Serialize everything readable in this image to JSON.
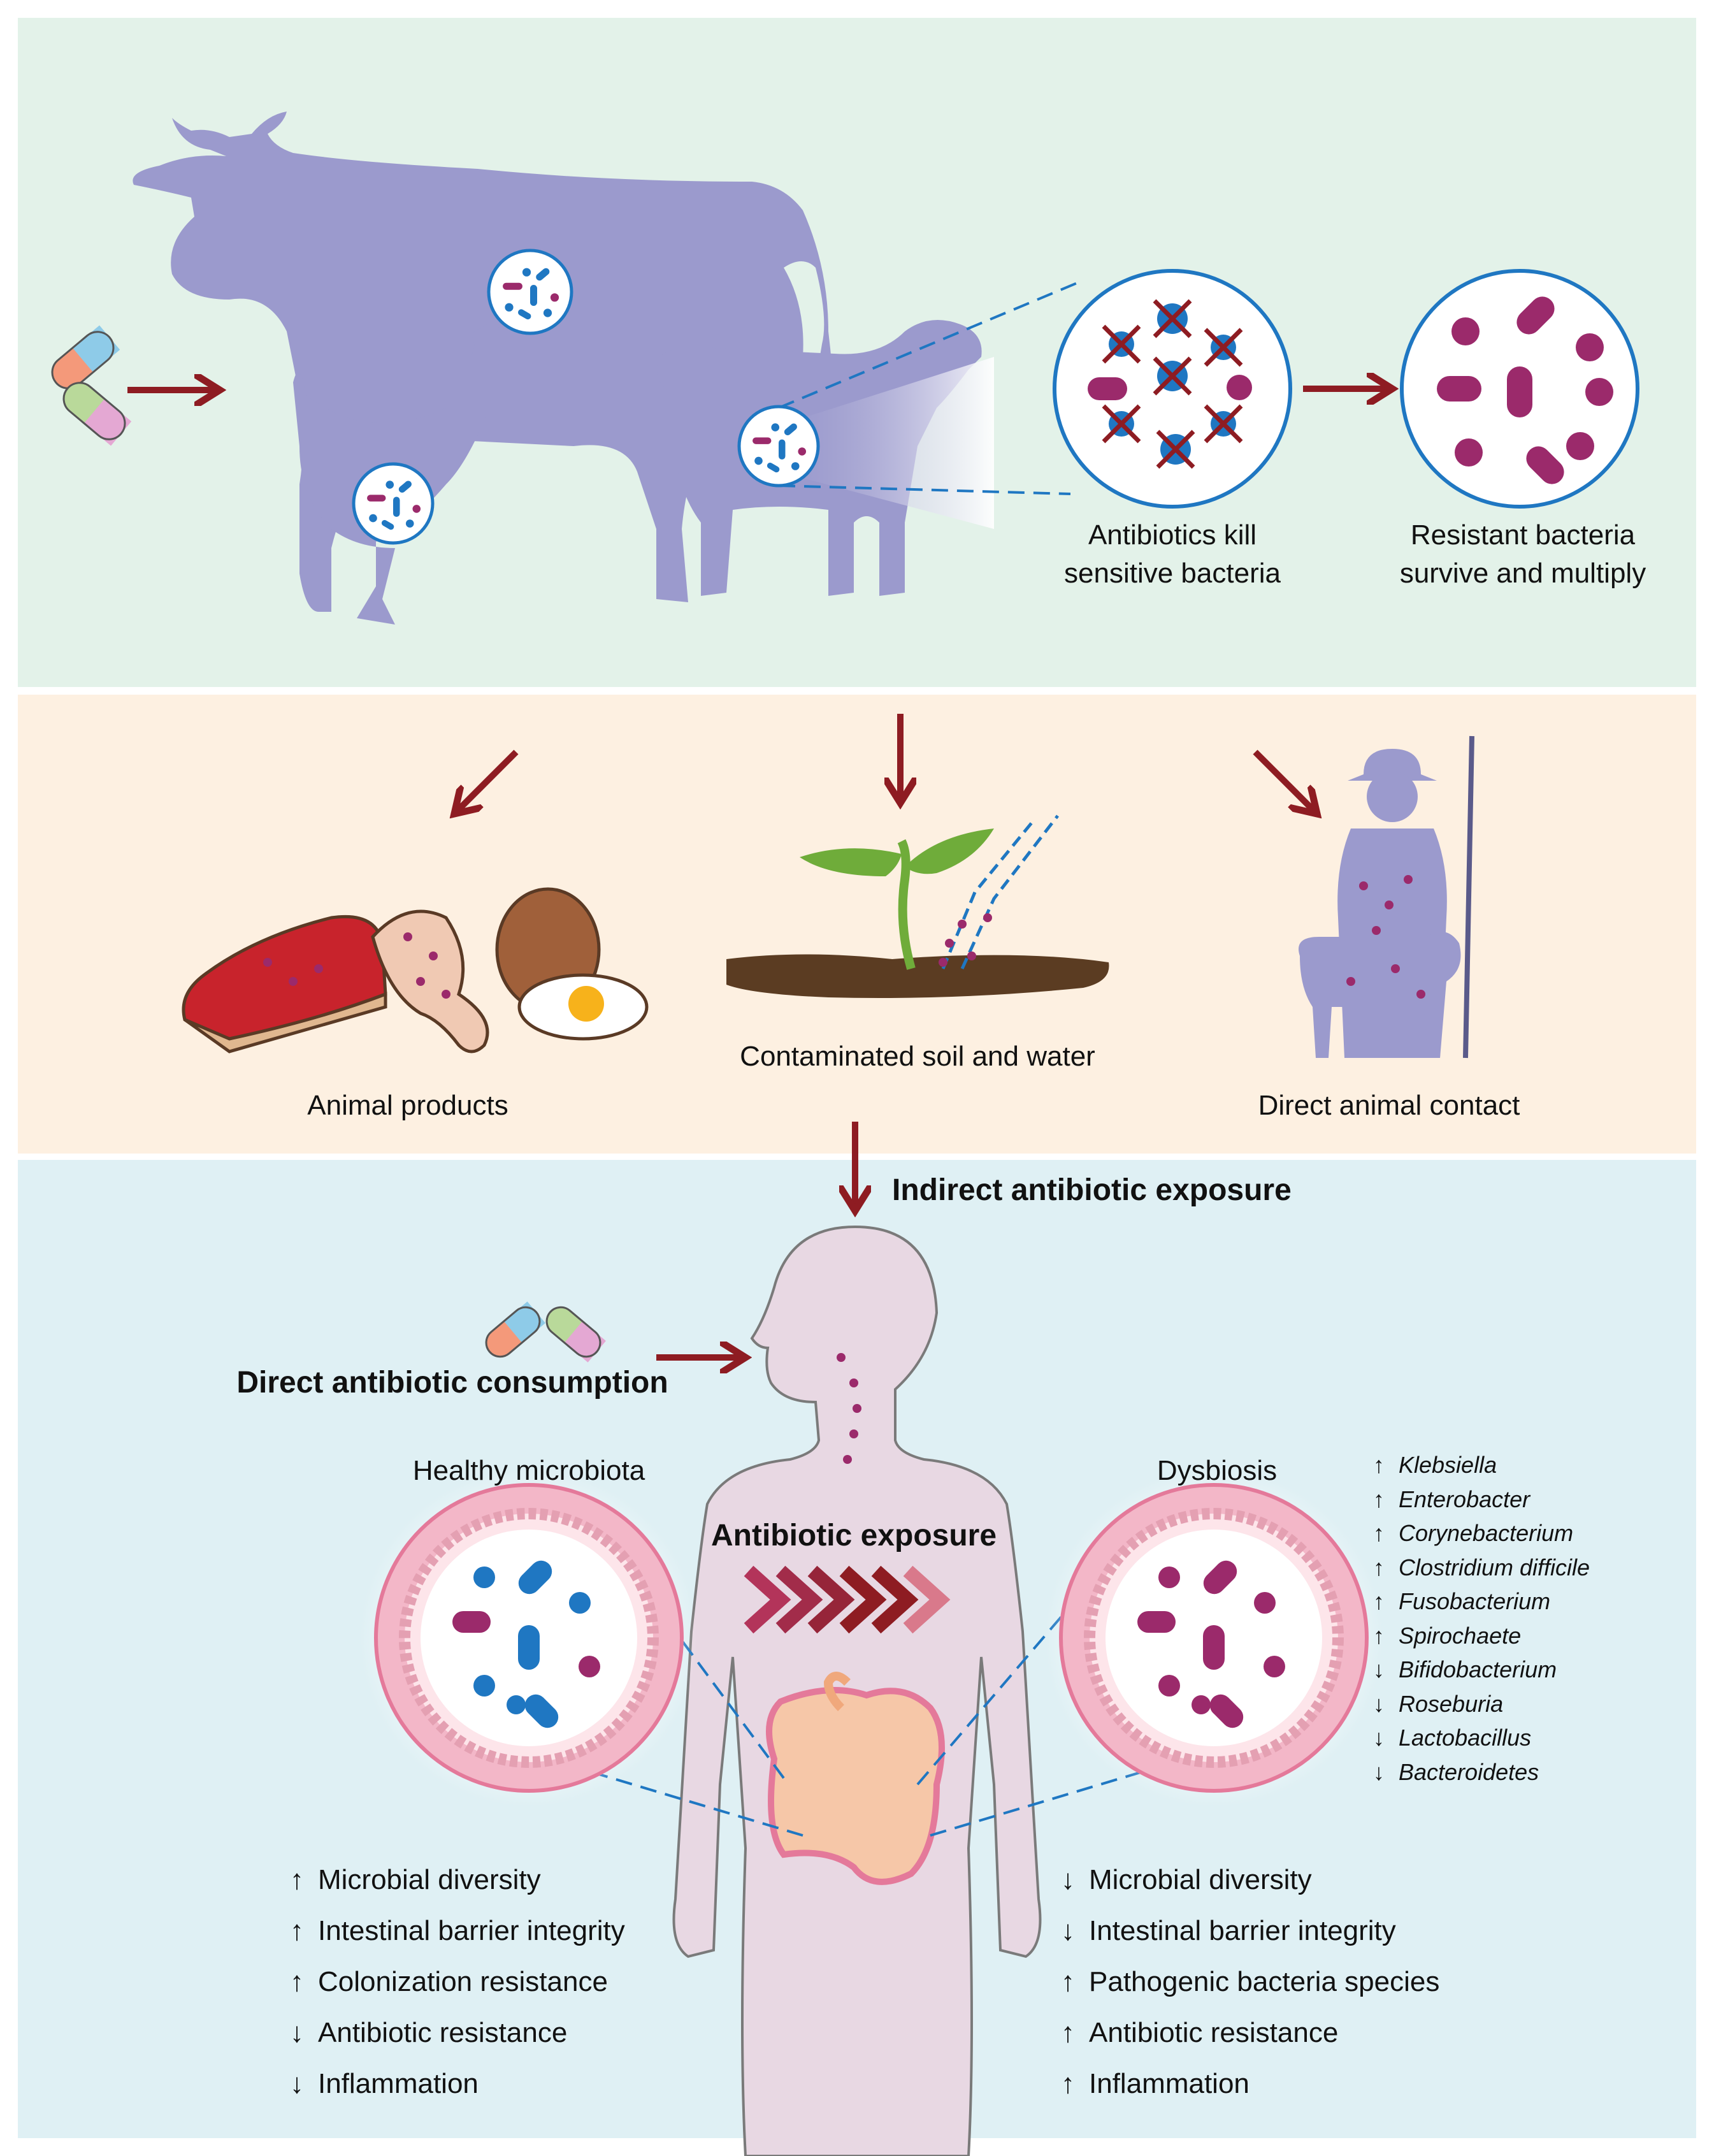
{
  "colors": {
    "farm_bg": "#e3f2e9",
    "exposure_bg": "#fdf0e1",
    "human_bg": "#dff0f4",
    "animal": "#9b9acd",
    "arrow": "#8e1c22",
    "sensitive": "#1f77c2",
    "resistant": "#9b2a6b",
    "body": "#e8d8e3",
    "gut_ring": "#f3b7c8"
  },
  "farm": {
    "kill_label_1": "Antibiotics kill",
    "kill_label_2": "sensitive bacteria",
    "resist_label_1": "Resistant bacteria",
    "resist_label_2": "survive and multiply",
    "icons": [
      "cow-icon",
      "chicken-icon",
      "sheep-icon",
      "capsule-icon"
    ]
  },
  "routes": {
    "animal_products": "Animal products",
    "soil_water": "Contaminated soil and water",
    "animal_contact": "Direct animal contact"
  },
  "human": {
    "indirect": "Indirect antibiotic exposure",
    "direct": "Direct antibiotic consumption",
    "exposure": "Antibiotic exposure",
    "healthy_title": "Healthy microbiota",
    "dysbiosis_title": "Dysbiosis",
    "healthy_effects": [
      {
        "dir": "↑",
        "text": "Microbial diversity"
      },
      {
        "dir": "↑",
        "text": "Intestinal barrier integrity"
      },
      {
        "dir": "↑",
        "text": "Colonization resistance"
      },
      {
        "dir": "↓",
        "text": "Antibiotic resistance"
      },
      {
        "dir": "↓",
        "text": "Inflammation"
      }
    ],
    "dysbiosis_effects": [
      {
        "dir": "↓",
        "text": "Microbial diversity"
      },
      {
        "dir": "↓",
        "text": "Intestinal barrier integrity"
      },
      {
        "dir": "↑",
        "text": "Pathogenic bacteria species"
      },
      {
        "dir": "↑",
        "text": "Antibiotic resistance"
      },
      {
        "dir": "↑",
        "text": "Inflammation"
      }
    ],
    "taxa": [
      {
        "dir": "↑",
        "text": "Klebsiella"
      },
      {
        "dir": "↑",
        "text": "Enterobacter"
      },
      {
        "dir": "↑",
        "text": "Corynebacterium"
      },
      {
        "dir": "↑",
        "text": "Clostridium difficile"
      },
      {
        "dir": "↑",
        "text": "Fusobacterium"
      },
      {
        "dir": "↑",
        "text": "Spirochaete"
      },
      {
        "dir": "↓",
        "text": "Bifidobacterium"
      },
      {
        "dir": "↓",
        "text": "Roseburia"
      },
      {
        "dir": "↓",
        "text": "Lactobacillus"
      },
      {
        "dir": "↓",
        "text": "Bacteroidetes"
      }
    ]
  }
}
